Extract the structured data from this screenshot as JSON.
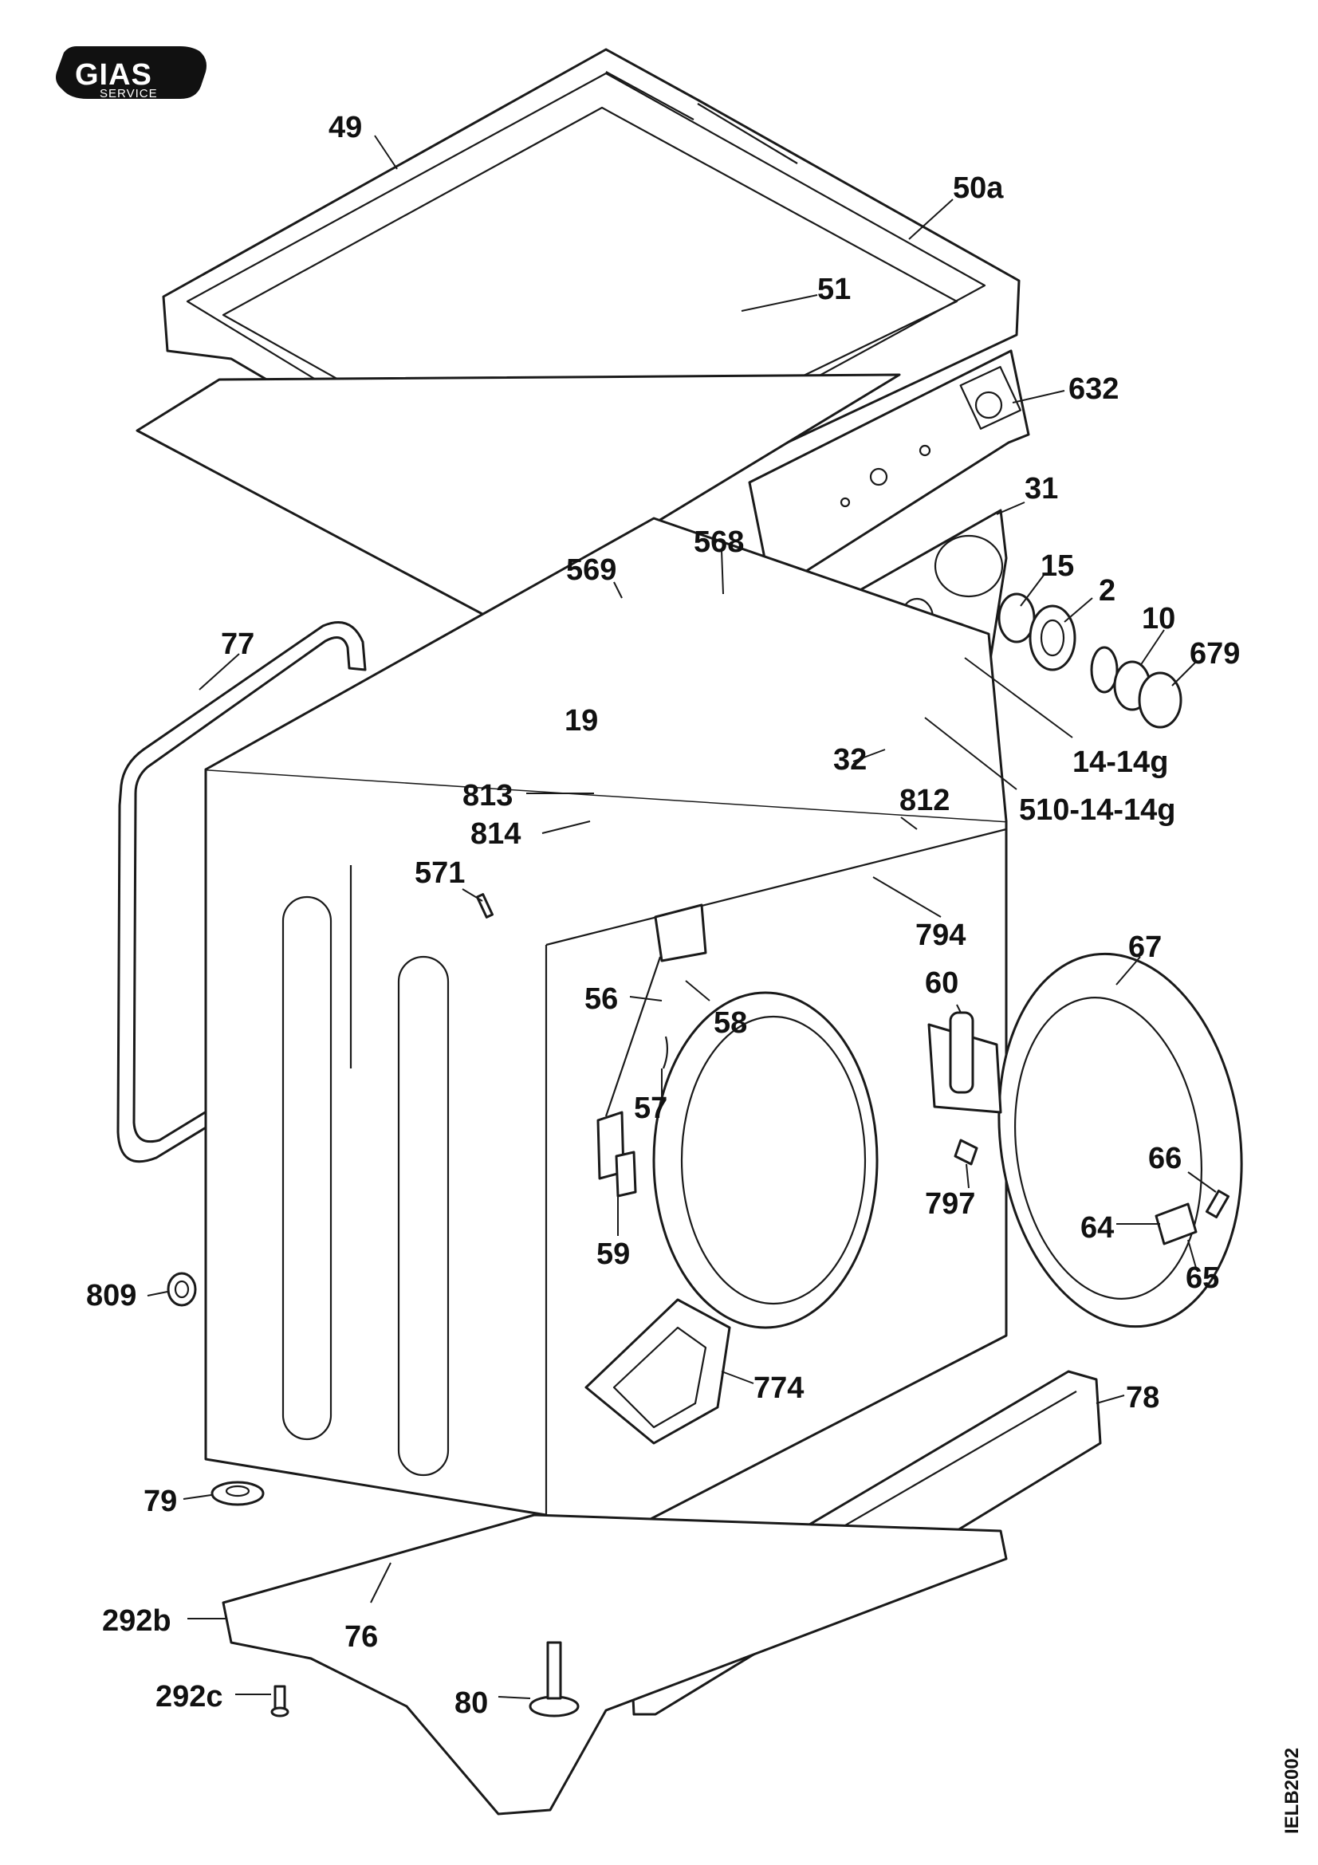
{
  "logo": {
    "brand": "GIAS",
    "subtitle": "SERVICE"
  },
  "drawing_code": "IELB2002",
  "callouts": {
    "c49": "49",
    "c50a": "50a",
    "c51": "51",
    "c632": "632",
    "c31": "31",
    "c568": "568",
    "c569": "569",
    "c15": "15",
    "c2": "2",
    "c10": "10",
    "c679": "679",
    "c77": "77",
    "c19": "19",
    "c32": "32",
    "c14_14g": "14-14g",
    "c510_14_14g": "510-14-14g",
    "c813": "813",
    "c814": "814",
    "c812": "812",
    "c571": "571",
    "c794": "794",
    "c67": "67",
    "c56": "56",
    "c60": "60",
    "c58": "58",
    "c57": "57",
    "c66": "66",
    "c797": "797",
    "c64": "64",
    "c59": "59",
    "c65": "65",
    "c809": "809",
    "c774": "774",
    "c78": "78",
    "c79": "79",
    "c292b": "292b",
    "c76": "76",
    "c292c": "292c",
    "c80": "80"
  },
  "colors": {
    "line": "#1a1a1a",
    "background": "#ffffff",
    "badge": "#111111"
  }
}
